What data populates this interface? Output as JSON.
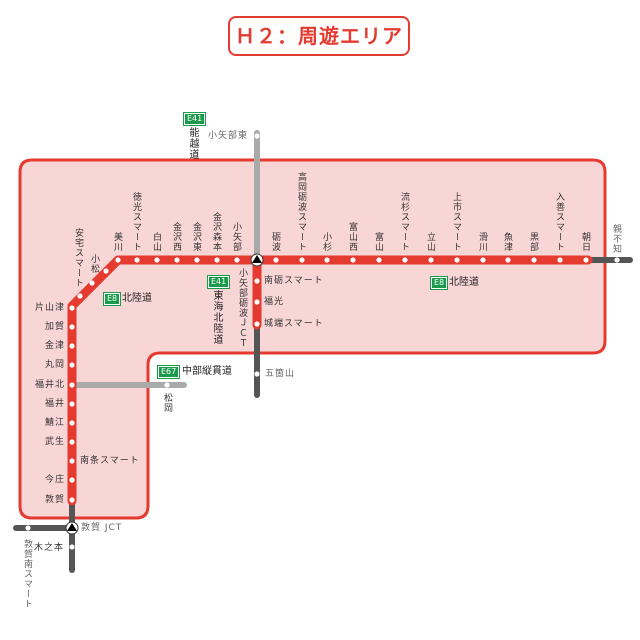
{
  "title": "Ｈ２：周遊エリア",
  "colors": {
    "area_fill": "#f9d6d6",
    "area_border": "#e53a2f",
    "route_red": "#e53a2f",
    "route_gray": "#aaaaaa",
    "route_dark": "#555555",
    "badge_green": "#1a9a4a"
  },
  "roads": {
    "noetsu": {
      "badge": "E41",
      "name": "能越道"
    },
    "tokai_hokuriku": {
      "badge": "E41",
      "name": "東海北陸道"
    },
    "hokuriku_west": {
      "badge": "E8",
      "name": "北陸道"
    },
    "hokuriku_east": {
      "badge": "E8",
      "name": "北陸道"
    },
    "chubu_jukan": {
      "badge": "E67",
      "name": "中部縦貫道"
    }
  },
  "hokuriku_top": [
    "美川",
    "徳光スマート",
    "白山",
    "金沢西",
    "金沢東",
    "金沢森本",
    "小矢部",
    "砺波",
    "高岡砺波スマート",
    "小杉",
    "富山西",
    "富山",
    "流杉スマート",
    "立山",
    "上市スマート",
    "滑川",
    "魚津",
    "黒部",
    "入善スマート",
    "朝日"
  ],
  "diagonal": [
    "小松",
    "安宅スマート"
  ],
  "hokuriku_left": [
    "片山津",
    "加賀",
    "金津",
    "丸岡",
    "福井北",
    "福井",
    "鯖江",
    "武生",
    "南条スマート",
    "今庄",
    "敦賀"
  ],
  "outside": {
    "oyashirazu": "親不知",
    "oyabe_higashi": "小矢部東",
    "gokayama": "五箇山",
    "matsuoka": "松岡",
    "kinomoto": "木之本",
    "tsuruga_minami": "敦賀南スマート"
  },
  "tokai_hokuriku_stations": [
    "南砺スマート",
    "福光",
    "城端スマート"
  ],
  "junctions": {
    "oyabe_tonami": "小矢部砺波ＪＣＴ",
    "tsuruga": "敦賀 JCT"
  }
}
